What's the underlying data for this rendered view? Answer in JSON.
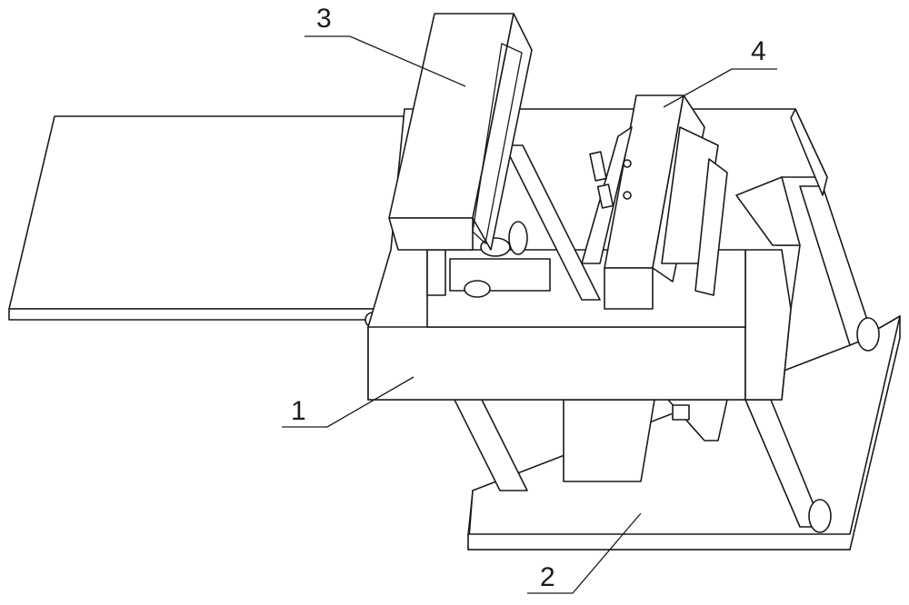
{
  "figure": {
    "callouts": [
      {
        "id": "callout-1",
        "text": "1"
      },
      {
        "id": "callout-2",
        "text": "2"
      },
      {
        "id": "callout-3",
        "text": "3"
      },
      {
        "id": "callout-4",
        "text": "4"
      }
    ]
  },
  "colors": {
    "line": "#1a1a1a",
    "background": "#ffffff"
  }
}
